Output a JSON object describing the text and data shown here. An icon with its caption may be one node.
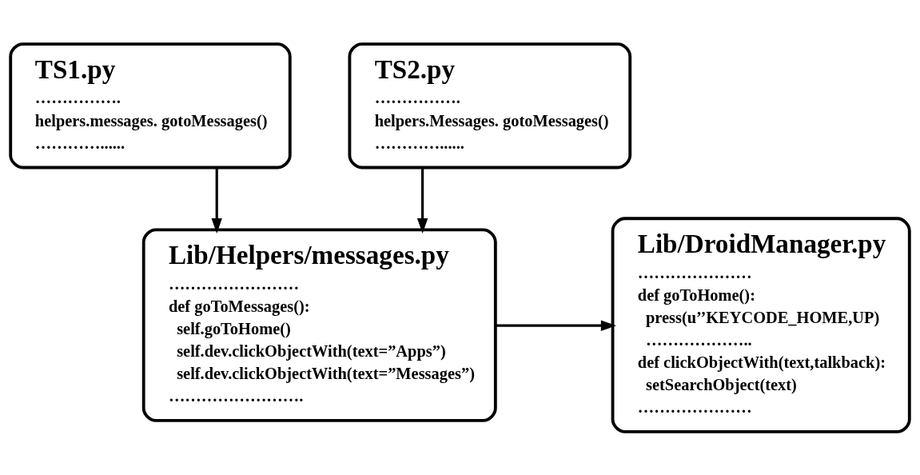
{
  "diagram": {
    "nodes": [
      {
        "text": [
          "TS1.py",
          "…………….",
          "helpers.messages. gotoMessages()",
          "…………......"
        ]
      },
      {
        "text": [
          "TS2.py",
          "…………….",
          "helpers.Messages. gotoMessages()",
          "…………......"
        ]
      },
      {
        "text": [
          "Lib/Helpers/messages.py",
          "……………………",
          "def goToMessages():",
          "self.goToHome()",
          "self.dev.clickObjectWith(text=”Apps”)",
          "self.dev.clickObjectWith(text=”Messages”)",
          "……………………."
        ]
      },
      {
        "text": [
          "Lib/DroidManager.py",
          "…………………",
          "def goToHome():",
          "press(u’’KEYCODE_HOME,UP)",
          "………………..",
          "def clickObjectWith(text,talkback):",
          "setSearchObject(text)",
          "…………………"
        ]
      }
    ],
    "edges": [
      {
        "from": 0,
        "to": 2,
        "arrow": "to"
      },
      {
        "from": 1,
        "to": 2,
        "arrow": "to"
      },
      {
        "from": 2,
        "to": 3,
        "arrow": "to"
      }
    ]
  }
}
